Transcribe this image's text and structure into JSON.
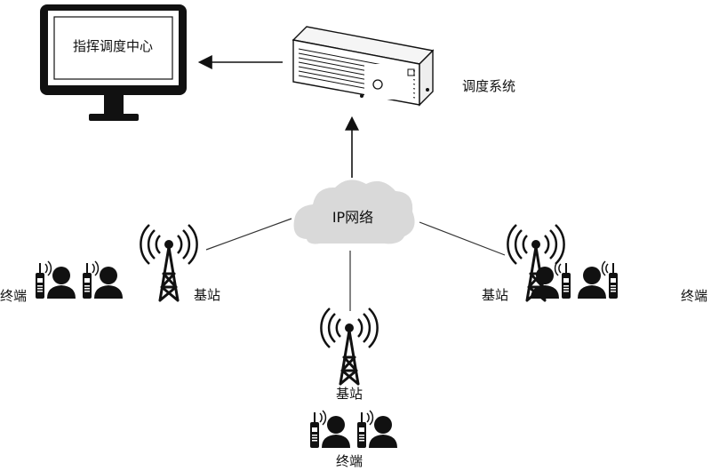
{
  "monitor": {
    "label": "指挥调度中心"
  },
  "dispatch_system": {
    "label": "调度系统"
  },
  "network": {
    "label": "IP网络"
  },
  "base_stations": {
    "left": {
      "label": "基站"
    },
    "right": {
      "label": "基站"
    },
    "bottom": {
      "label": "基站"
    }
  },
  "terminals": {
    "left": {
      "label": "终端"
    },
    "right": {
      "label": "终端"
    },
    "bottom": {
      "label": "终端"
    }
  },
  "colors": {
    "ink": "#111111",
    "line": "#333333",
    "cloud": "#d9d9d9",
    "device_face": "#ffffff"
  }
}
